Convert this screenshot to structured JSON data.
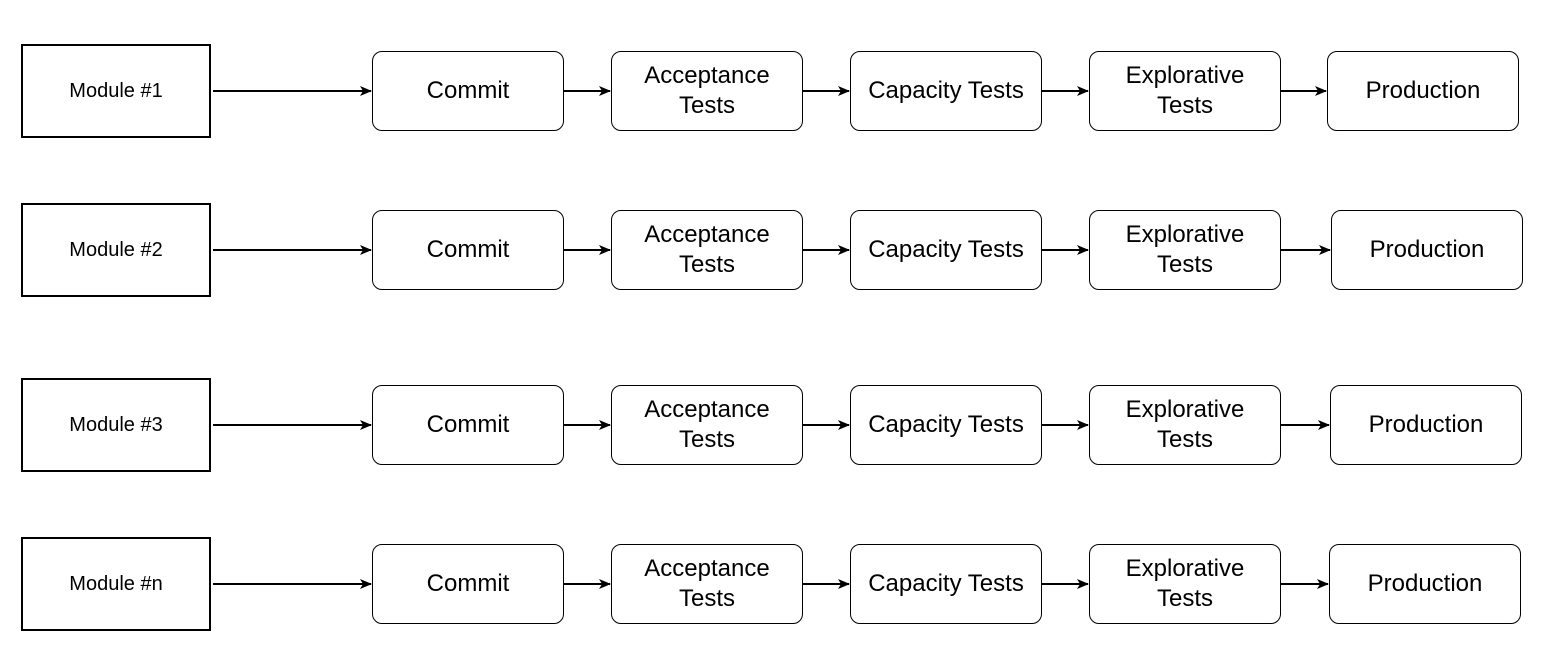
{
  "rows": [
    {
      "module": "Module #1",
      "stages": [
        "Commit",
        "Acceptance Tests",
        "Capacity Tests",
        "Explorative Tests",
        "Production"
      ]
    },
    {
      "module": "Module #2",
      "stages": [
        "Commit",
        "Acceptance Tests",
        "Capacity Tests",
        "Explorative Tests",
        "Production"
      ]
    },
    {
      "module": "Module #3",
      "stages": [
        "Commit",
        "Acceptance Tests",
        "Capacity Tests",
        "Explorative Tests",
        "Production"
      ]
    },
    {
      "module": "Module #n",
      "stages": [
        "Commit",
        "Acceptance Tests",
        "Capacity Tests",
        "Explorative Tests",
        "Production"
      ]
    }
  ]
}
